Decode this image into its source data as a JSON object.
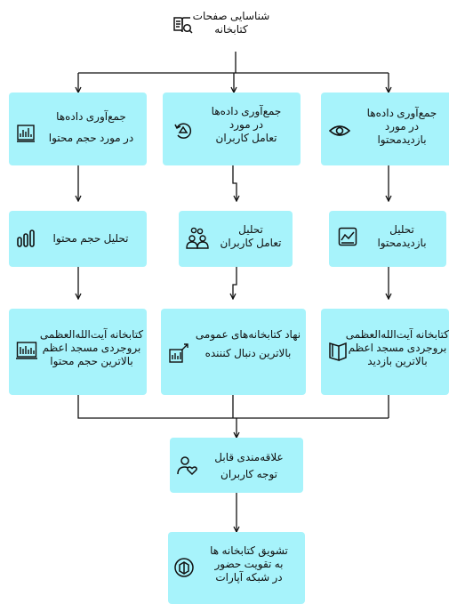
{
  "diagram": {
    "title": {
      "lines": [
        "شناسایی صفحات",
        "کتابخانه"
      ],
      "icon": "book-search-icon"
    },
    "collect_content_volume": {
      "lines": [
        "جمع‌آوری داده‌ها",
        "در مورد حجم محتوا"
      ],
      "icon": "bar-chart-board-icon"
    },
    "collect_user_interaction": {
      "lines": [
        "جمع‌آوری داده‌ها",
        "در مورد",
        "تعامل کاربران"
      ],
      "icon": "cycle-icon"
    },
    "collect_content_visits": {
      "lines": [
        "جمع‌آوری داده‌ها",
        "در مورد",
        "بازدیدمحتوا"
      ],
      "icon": "eye-icon"
    },
    "analyze_content_volume": {
      "lines": [
        "تحلیل حجم محتوا"
      ],
      "icon": "bar-chart-icon"
    },
    "analyze_user_interaction": {
      "lines": [
        "تحلیل",
        "تعامل کاربران"
      ],
      "icon": "users-group-icon"
    },
    "analyze_content_visits": {
      "lines": [
        "تحلیل",
        "بازدیدمحتوا"
      ],
      "icon": "trend-chart-icon"
    },
    "result_content_volume": {
      "lines": [
        "کتابخانه آیت‌الله‌العظمی",
        "بروجردی مسجد اعظم",
        "بالاترین حجم محتوا"
      ],
      "icon": "library-chart-icon"
    },
    "result_user_interaction": {
      "lines": [
        "نهاد کتابخانه‌های عمومی",
        "بالاترین دنبال کنننده"
      ],
      "icon": "follow-chart-icon"
    },
    "result_content_visits": {
      "lines": [
        "کتابخانه آیت‌الله‌العظمی",
        "بروجردی مسجد اعظم",
        "بالاترین بازدید"
      ],
      "icon": "open-book-icon"
    },
    "user_interest": {
      "lines": [
        "علاقه‌مندی قابل",
        "توجه کاربران"
      ],
      "icon": "user-heart-icon"
    },
    "encourage_presence": {
      "lines": [
        "تشویق کتابخانه ها",
        "به تقویت حضور",
        "در شبکه آپارات"
      ],
      "icon": "book-badge-icon"
    }
  }
}
